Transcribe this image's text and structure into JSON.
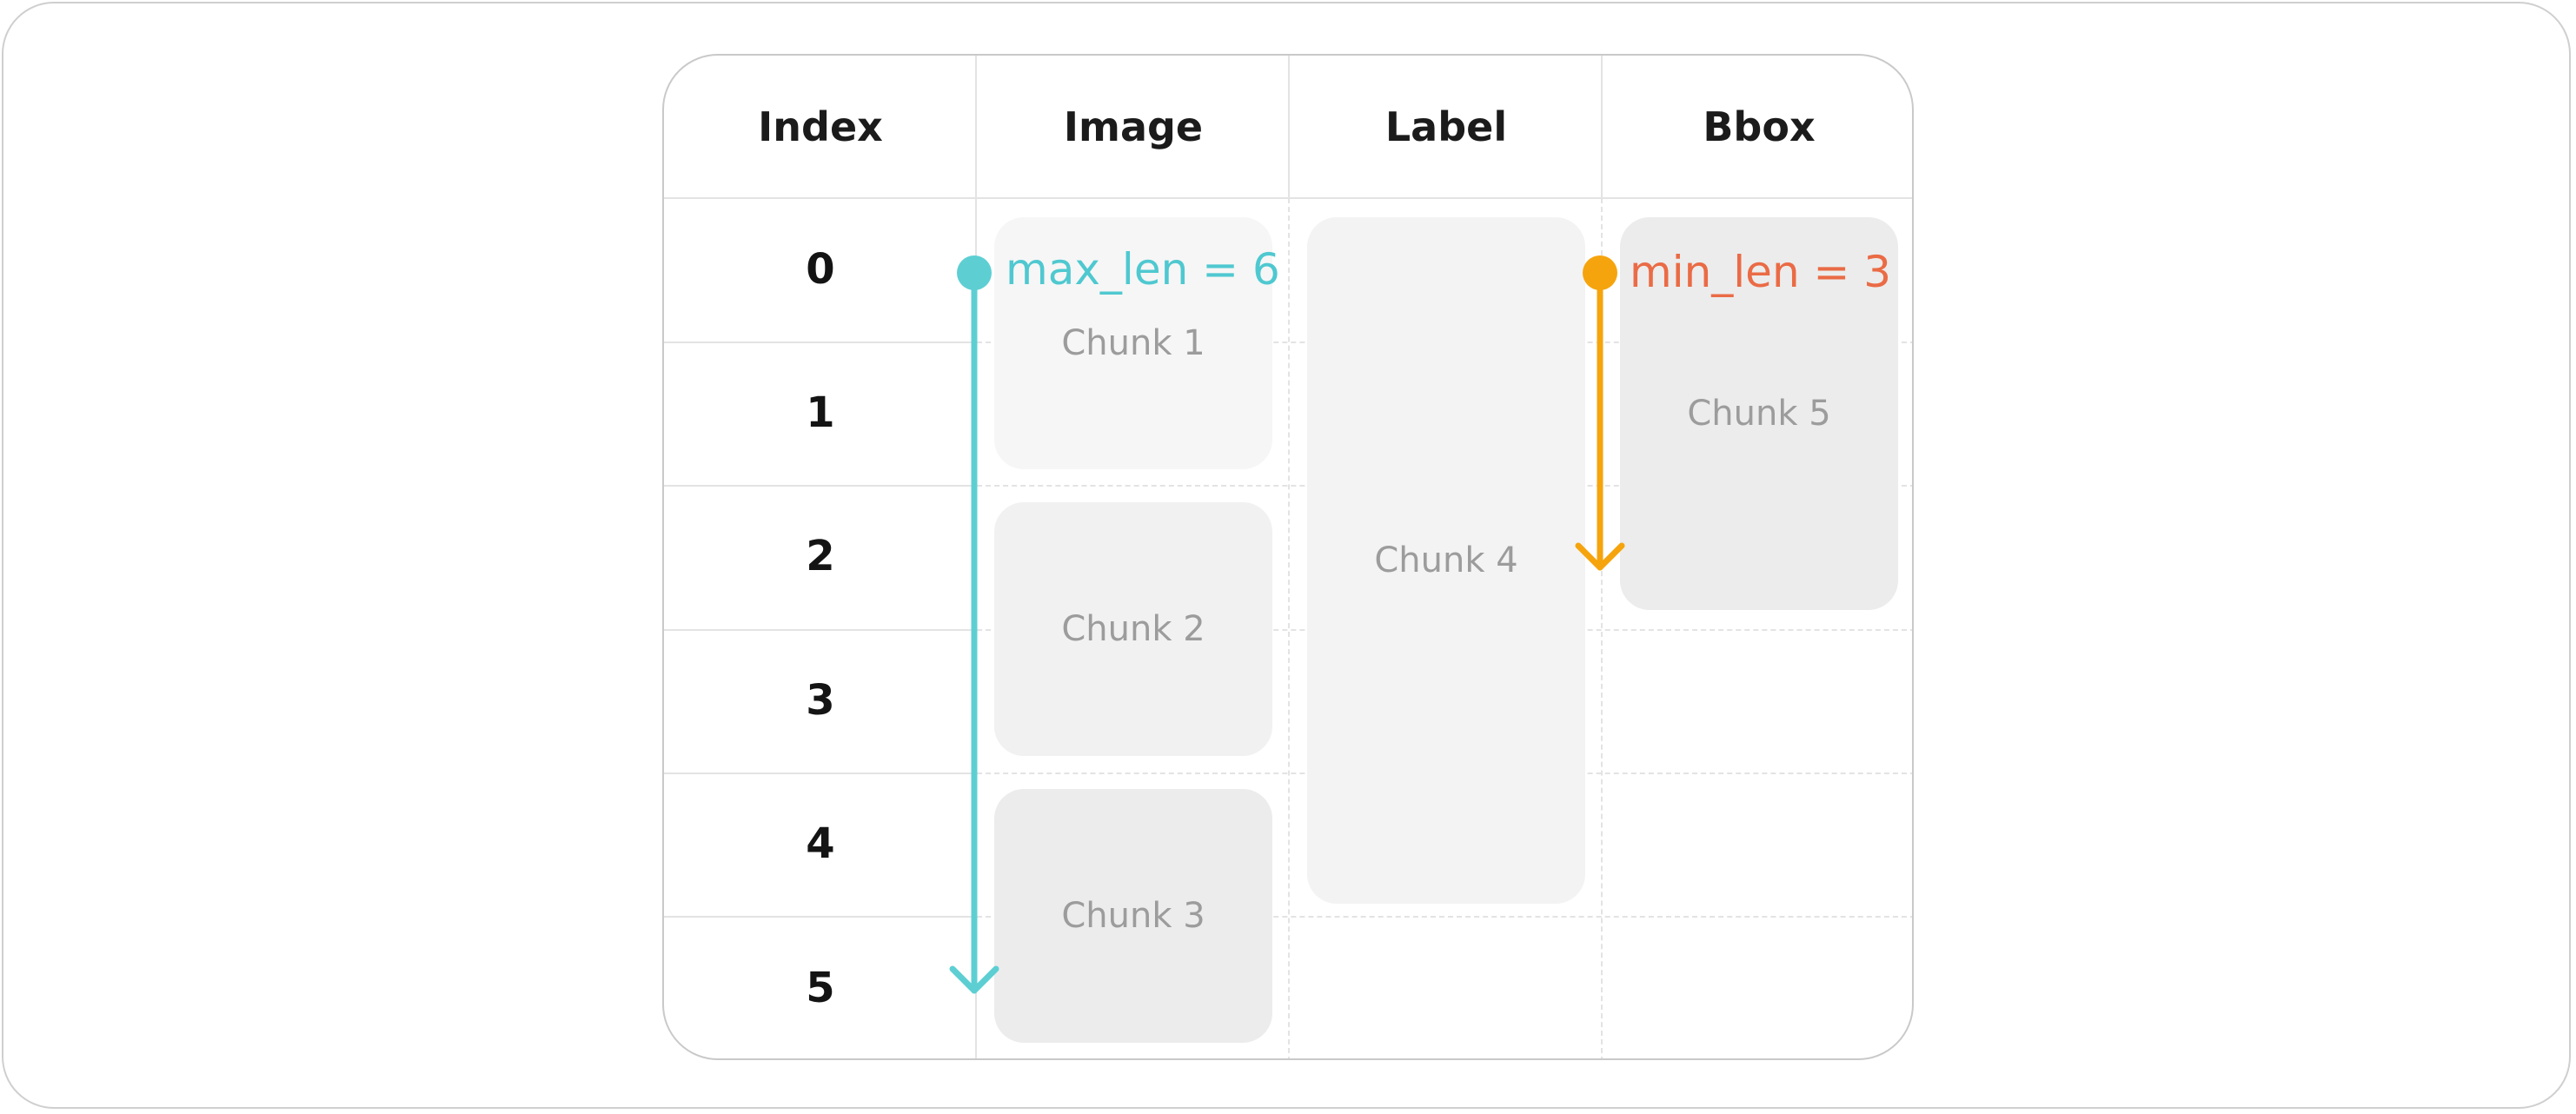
{
  "headers": [
    "Index",
    "Image",
    "Label",
    "Bbox"
  ],
  "indices": [
    "0",
    "1",
    "2",
    "3",
    "4",
    "5"
  ],
  "chunks": [
    {
      "label": "Chunk 1",
      "column": "Image",
      "fill": "#f6f6f6"
    },
    {
      "label": "Chunk 2",
      "column": "Image",
      "fill": "#f1f1f1"
    },
    {
      "label": "Chunk 3",
      "column": "Image",
      "fill": "#ececec"
    },
    {
      "label": "Chunk 4",
      "column": "Label",
      "fill": "#f3f3f3"
    },
    {
      "label": "Chunk 5",
      "column": "Bbox",
      "fill": "#ececec"
    }
  ],
  "annotations": {
    "max_len": {
      "text": "max_len = 6",
      "color": "#5dcfd3",
      "text_color": "#4fc8d0"
    },
    "min_len": {
      "text": "min_len = 3",
      "color": "#f6a40d",
      "text_color": "#ea6b45"
    }
  }
}
